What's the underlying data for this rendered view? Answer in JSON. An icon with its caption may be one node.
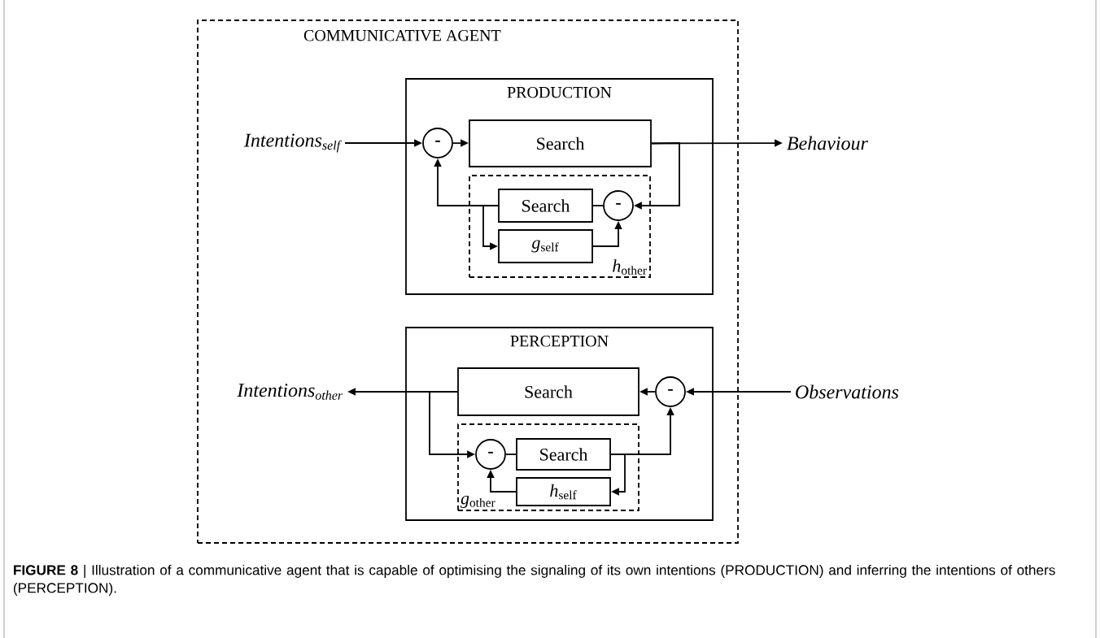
{
  "diagram": {
    "caption": "**FIGURE 8** | Illustration of a communicative agent that is capable of optimising the signaling of its own intentions (PRODUCTION) and inferring the intentions of others (PERCEPTION).",
    "nodes": [
      {
        "text": [
          "COMMUNICATIVE AGENT"
        ]
      },
      {
        "text": [
          "PRODUCTION"
        ],
        "in": 0
      },
      {
        "text": [
          "-"
        ],
        "in": 1
      },
      {
        "text": [
          "Search"
        ],
        "in": 1
      },
      {
        "text": [
          "*h*$_{other}$"
        ],
        "in": 1
      },
      {
        "text": [
          "Search"
        ],
        "in": 4
      },
      {
        "text": [
          "*g*$_{self}$"
        ],
        "in": 4
      },
      {
        "text": [
          "-"
        ],
        "in": 4
      },
      {
        "text": [
          "PERCEPTION"
        ],
        "in": 0
      },
      {
        "text": [
          "Search"
        ],
        "in": 8
      },
      {
        "text": [
          "-"
        ],
        "in": 8
      },
      {
        "text": [
          "*g*$_{other}$"
        ],
        "in": 8
      },
      {
        "text": [
          "-"
        ],
        "in": 11
      },
      {
        "text": [
          "Search"
        ],
        "in": 11
      },
      {
        "text": [
          "*h*$_{self}$"
        ],
        "in": 11
      },
      {
        "text": [
          "Intentions$_{self}$"
        ],
        "in": 0
      },
      {
        "text": [
          "Behaviour"
        ]
      },
      {
        "text": [
          "Intentions$_{other}$"
        ],
        "in": 0
      },
      {
        "text": [
          "Observations"
        ]
      }
    ],
    "edges": [
      {
        "from": 15,
        "to": 2,
        "arrow": "to"
      },
      {
        "from": 2,
        "to": 3,
        "arrow": "to"
      },
      {
        "from": 3,
        "to": 16,
        "arrow": "to"
      },
      {
        "from": 3,
        "to": 7,
        "arrow": "to"
      },
      {
        "from": 7,
        "to": 5,
        "arrow": "none"
      },
      {
        "from": 5,
        "to": 2,
        "arrow": "to"
      },
      {
        "from": 5,
        "to": 6,
        "arrow": "to"
      },
      {
        "from": 6,
        "to": 7,
        "arrow": "to"
      },
      {
        "from": 18,
        "to": 10,
        "arrow": "to"
      },
      {
        "from": 10,
        "to": 9,
        "arrow": "to"
      },
      {
        "from": 9,
        "to": 17,
        "arrow": "to"
      },
      {
        "from": 9,
        "to": 12,
        "arrow": "to"
      },
      {
        "from": 12,
        "to": 13,
        "arrow": "none"
      },
      {
        "from": 13,
        "to": 10,
        "arrow": "to"
      },
      {
        "from": 13,
        "to": 14,
        "arrow": "to"
      },
      {
        "from": 14,
        "to": 12,
        "arrow": "to"
      }
    ]
  }
}
